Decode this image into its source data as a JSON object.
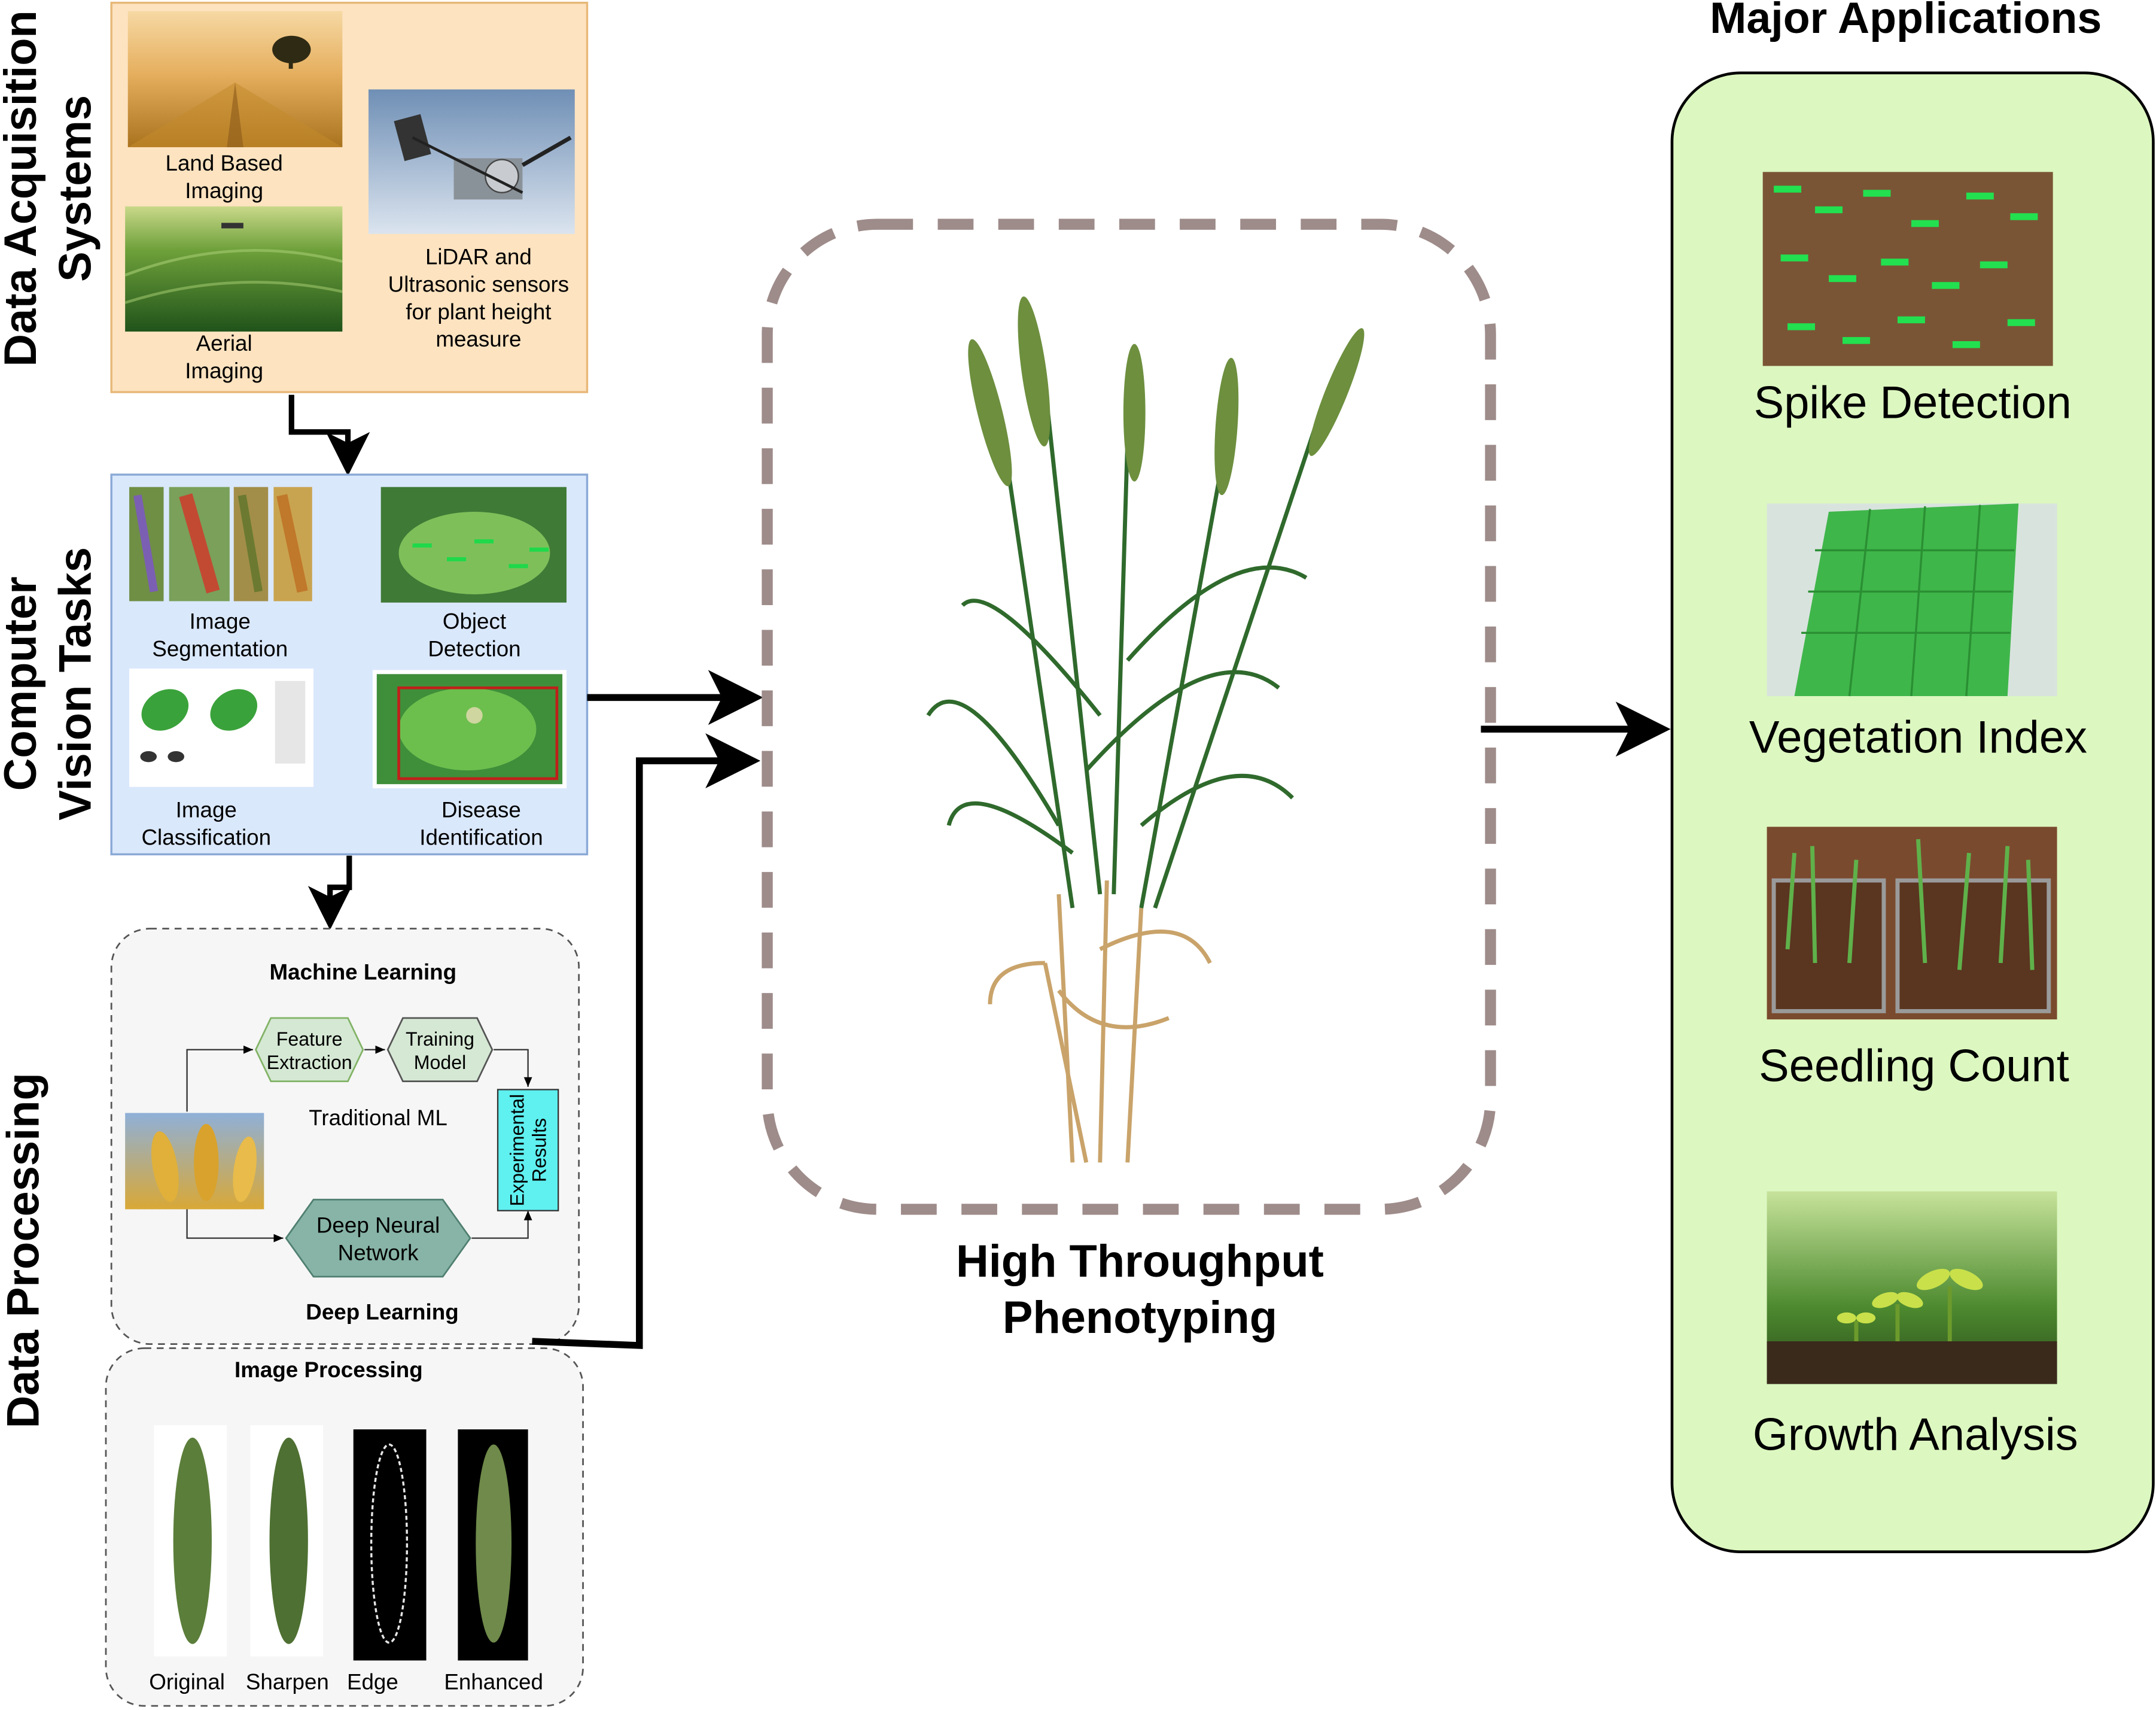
{
  "sections": {
    "data_acquisition": [
      "Data Acquisition",
      "Systems"
    ],
    "computer_vision": [
      "Computer",
      "Vision Tasks"
    ],
    "data_processing": "Data Processing"
  },
  "acquisition": {
    "land": [
      "Land Based",
      "Imaging"
    ],
    "aerial": [
      "Aerial",
      "Imaging"
    ],
    "lidar": [
      "LiDAR and",
      "Ultrasonic sensors",
      "for plant height",
      "measure"
    ]
  },
  "vision": {
    "segmentation": [
      "Image",
      "Segmentation"
    ],
    "object": [
      "Object",
      "Detection"
    ],
    "classification": [
      "Image",
      "Classification"
    ],
    "disease": [
      "Disease",
      "Identification"
    ]
  },
  "ml": {
    "title": "Machine Learning",
    "feature": [
      "Feature",
      "Extraction"
    ],
    "training": [
      "Training",
      "Model"
    ],
    "traditional": "Traditional ML",
    "results": [
      "Experimental",
      "Results"
    ],
    "dnn": [
      "Deep Neural",
      "Network"
    ],
    "deep": "Deep Learning"
  },
  "ip": {
    "title": "Image Processing",
    "labels": [
      "Original",
      "Sharpen",
      "Edge",
      "Enhanced"
    ]
  },
  "center": [
    "High Throughput",
    "Phenotyping"
  ],
  "applications": {
    "title": "Major Applications",
    "items": [
      "Spike Detection",
      "Vegetation Index",
      "Seedling Count",
      "Growth Analysis"
    ]
  },
  "colors": {
    "acquisition_bg": "#fde3c0",
    "vision_bg": "#dae8fc",
    "apps_bg": "#dcf7c0",
    "hexagon": "#d5e8d4",
    "dnn": "#87b4a6",
    "results": "#5ff0f0",
    "dashed": "#9e8c8a"
  }
}
